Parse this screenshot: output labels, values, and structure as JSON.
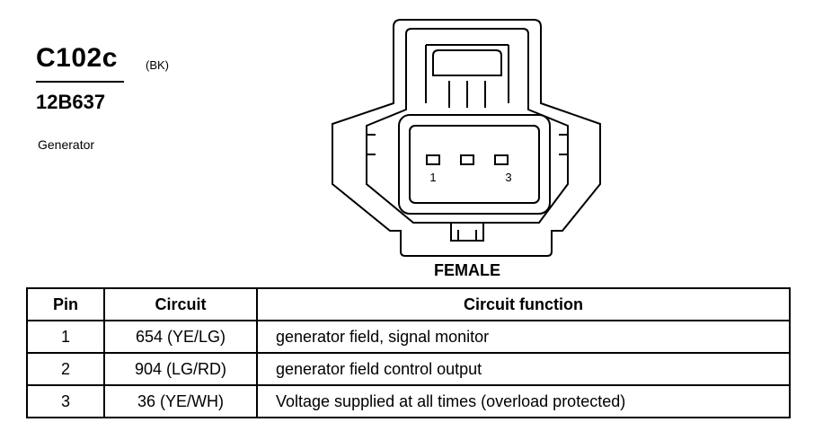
{
  "connector": {
    "id": "C102c",
    "color_code": "(BK)",
    "part_number": "12B637",
    "component": "Generator",
    "gender": "FEMALE",
    "pin_labels": [
      "1",
      "3"
    ]
  },
  "table": {
    "headers": {
      "pin": "Pin",
      "circuit": "Circuit",
      "function": "Circuit function"
    },
    "rows": [
      {
        "pin": "1",
        "circuit": "654 (YE/LG)",
        "function": "generator field, signal monitor"
      },
      {
        "pin": "2",
        "circuit": "904 (LG/RD)",
        "function": "generator field control output"
      },
      {
        "pin": "3",
        "circuit": "36 (YE/WH)",
        "function": "Voltage supplied at all times (overload protected)"
      }
    ]
  }
}
